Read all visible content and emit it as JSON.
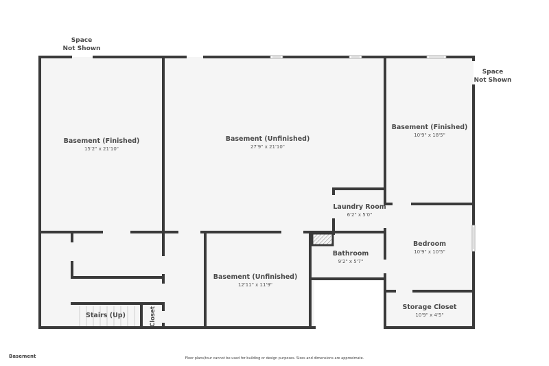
{
  "plan": {
    "floor_label": "Basement",
    "disclaimer": "Floor plans/tour cannot be used for building or design purposes. Sizes and dimensions are approximate.",
    "notes": [
      {
        "line1": "Space",
        "line2": "Not Shown"
      },
      {
        "line1": "Space",
        "line2": "Not Shown"
      }
    ],
    "rooms": [
      {
        "name": "Basement (Finished)",
        "dims": "15'2\" x 21'10\""
      },
      {
        "name": "Basement (Unfinished)",
        "dims": "27'9\" x 21'10\""
      },
      {
        "name": "Basement (Finished)",
        "dims": "10'9\" x 18'5\""
      },
      {
        "name": "Laundry Room",
        "dims": "6'2\" x 5'0\""
      },
      {
        "name": "Bedroom",
        "dims": "10'9\" x 10'5\""
      },
      {
        "name": "Bathroom",
        "dims": "9'2\" x 5'7\""
      },
      {
        "name": "Basement (Unfinished)",
        "dims": "12'11\" x 11'9\""
      },
      {
        "name": "Storage Closet",
        "dims": "10'9\" x 4'5\""
      },
      {
        "name": "Stairs (Up)",
        "dims": ""
      },
      {
        "name": "Closet",
        "dims": ""
      }
    ],
    "colors": {
      "wall": "#3a3a3a",
      "floor": "#f5f5f5",
      "opening": "#ffffff"
    }
  }
}
